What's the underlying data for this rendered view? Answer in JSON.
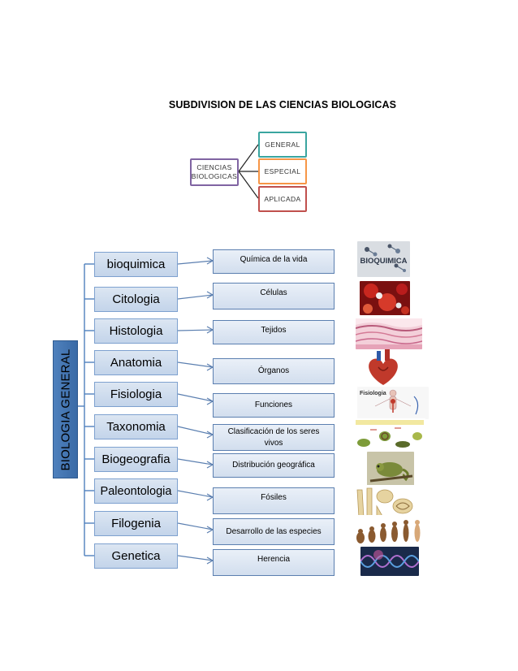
{
  "title": "SUBDIVISION DE LAS CIENCIAS BIOLOGICAS",
  "top_tree": {
    "root": "CIENCIAS BIOLOGICAS",
    "children": [
      "GENERAL",
      "ESPECIAL",
      "APLICADA"
    ]
  },
  "main_tree": {
    "root": "BIOLOGIA GENERAL",
    "branches": [
      {
        "name": "bioquimica",
        "description": "Química de la vida",
        "image": "bioquimica-image",
        "image_text": "BIOQUIMICA"
      },
      {
        "name": "Citologia",
        "description": "Células",
        "image": "cells-image"
      },
      {
        "name": "Histologia",
        "description": "Tejidos",
        "image": "tissue-image"
      },
      {
        "name": "Anatomia",
        "description": "Órganos",
        "image": "heart-image"
      },
      {
        "name": "Fisiologia",
        "description": "Funciones",
        "image": "body-systems-image",
        "image_text": "Fisiologia"
      },
      {
        "name": "Taxonomia",
        "description": "Clasificación de los seres vivos",
        "image": "classification-image"
      },
      {
        "name": "Biogeografia",
        "description": "Distribución geográfica",
        "image": "chameleon-image"
      },
      {
        "name": "Paleontologia",
        "description": "Fósiles",
        "image": "fossils-image"
      },
      {
        "name": "Filogenia",
        "description": "Desarrollo de las especies",
        "image": "evolution-image"
      },
      {
        "name": "Genetica",
        "description": "Herencia",
        "image": "dna-image"
      }
    ]
  },
  "colors": {
    "root_border": "#8064a2",
    "general_border": "#3aa5a0",
    "especial_border": "#f79646",
    "aplicada_border": "#c0504d",
    "branch_fill": "#c9d8ec",
    "connector": "#4f81bd"
  }
}
